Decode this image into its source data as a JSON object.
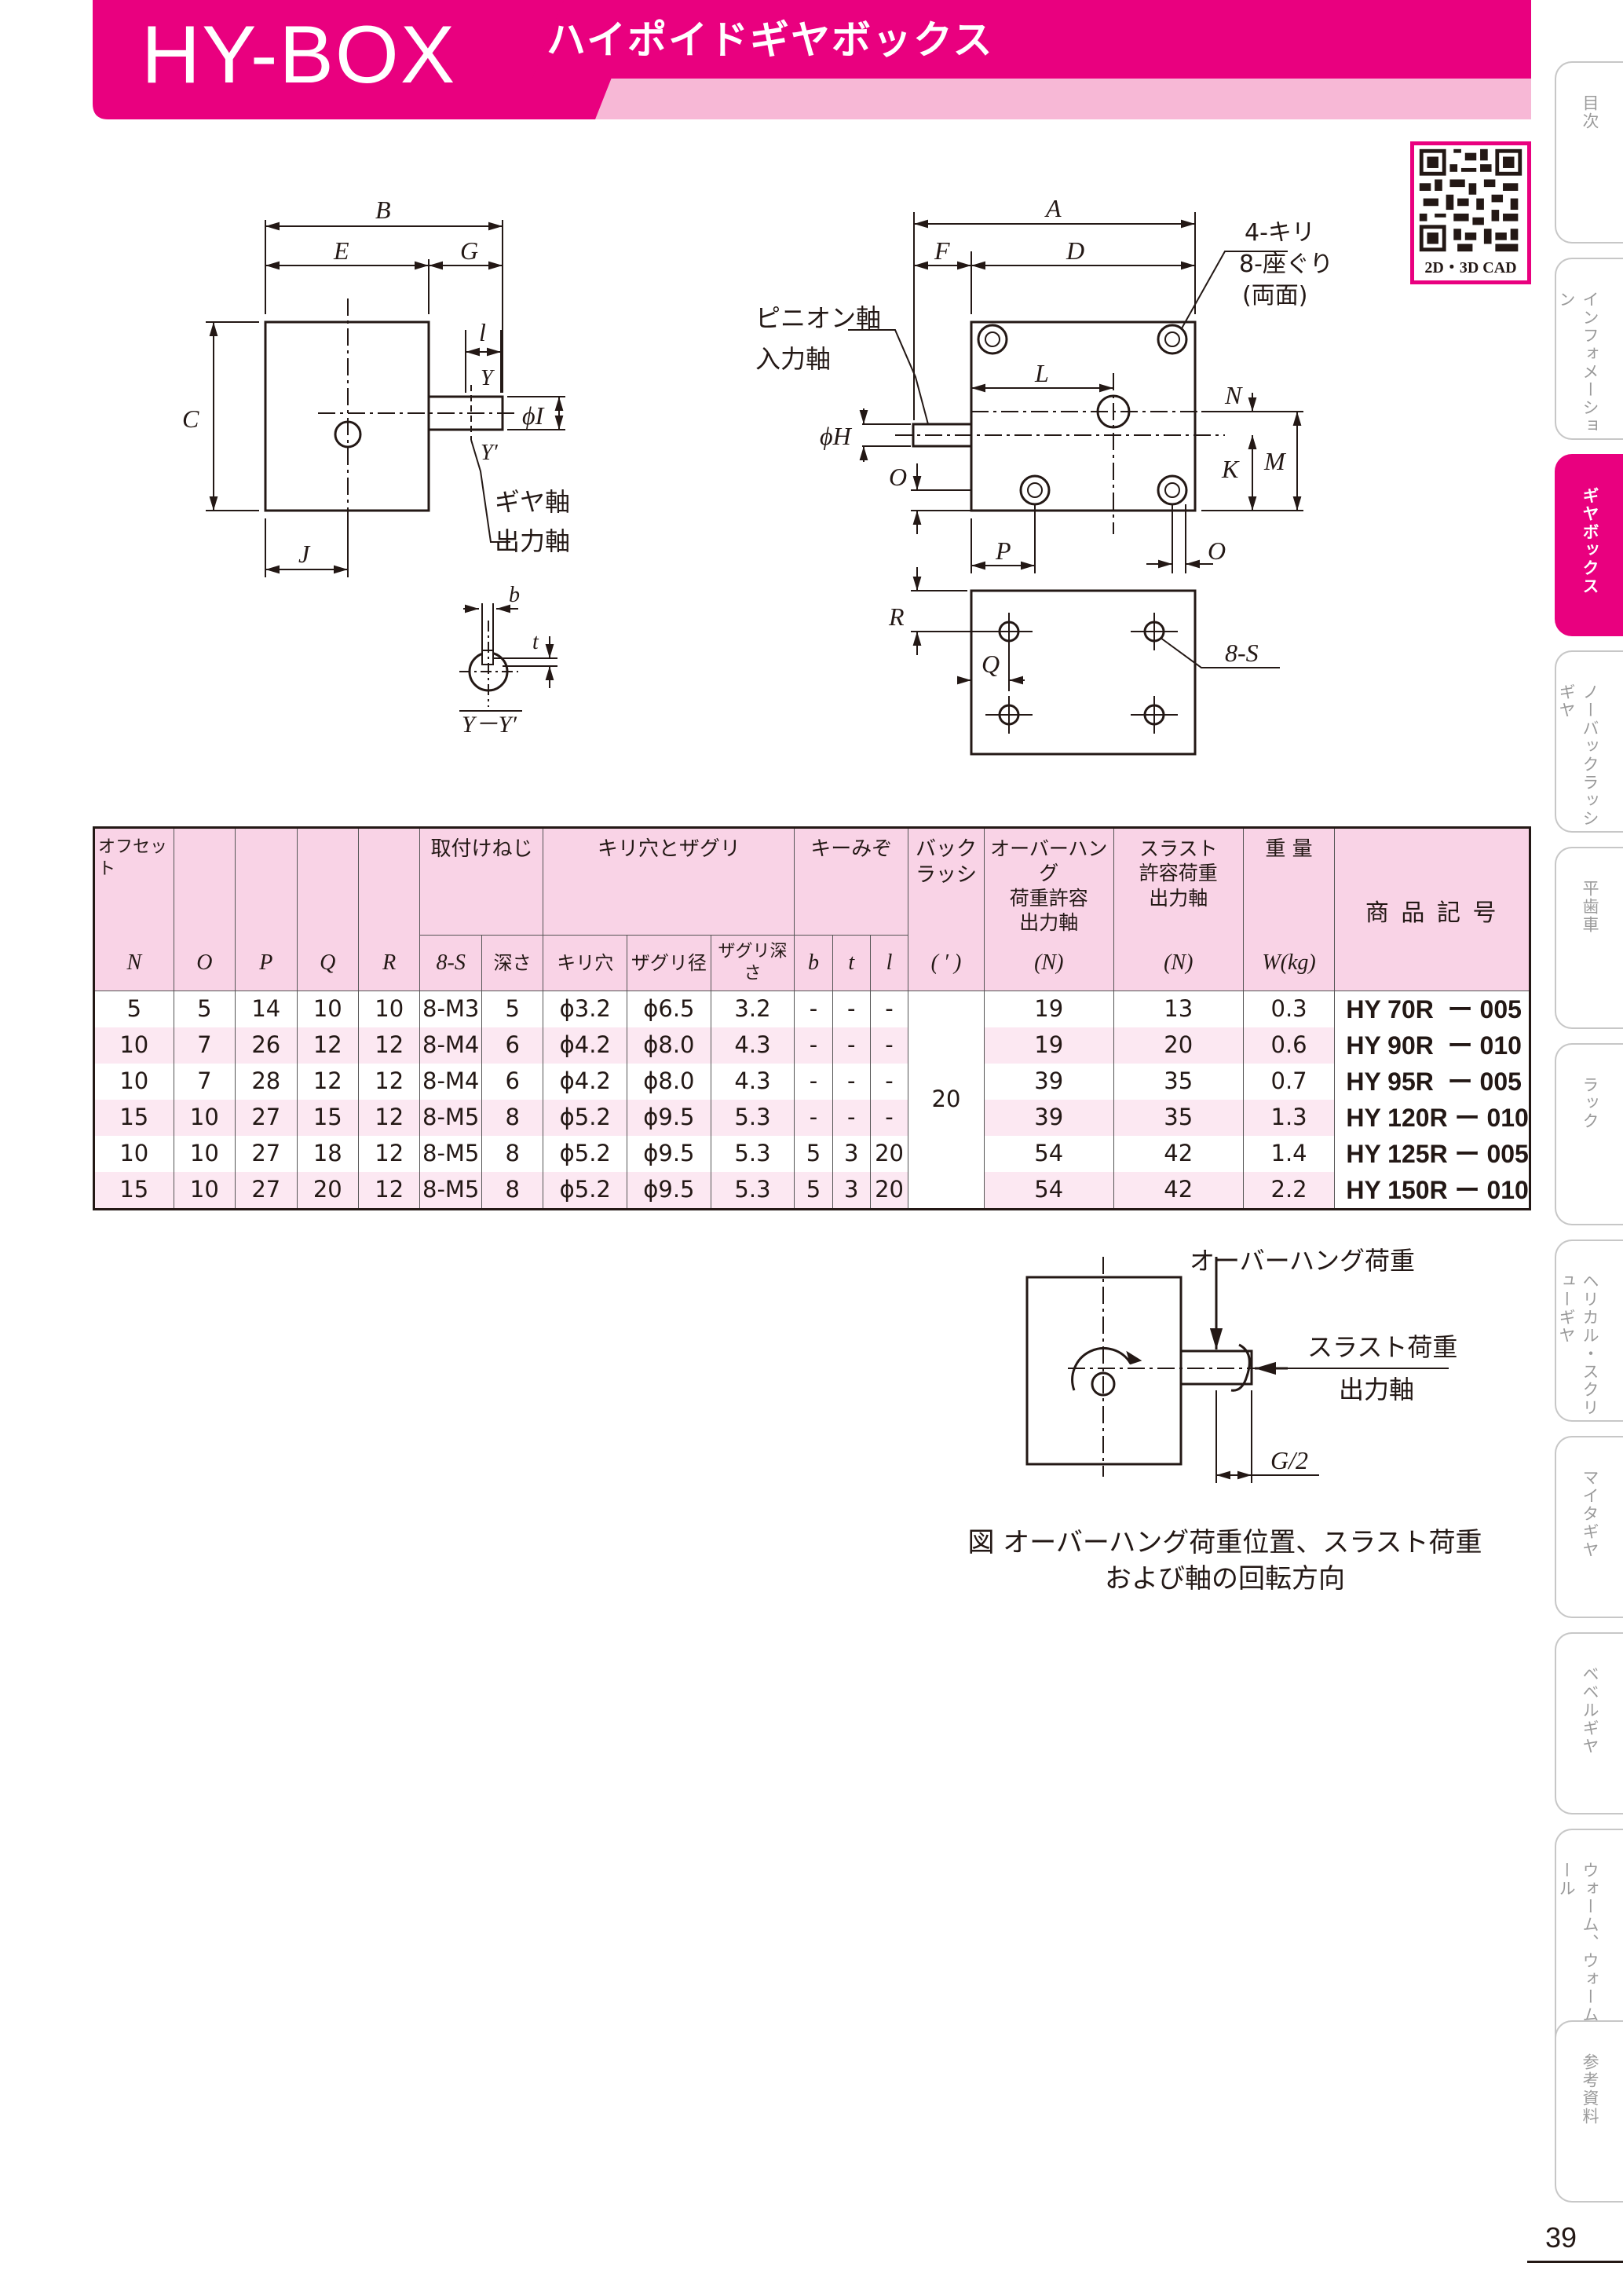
{
  "header": {
    "title": "HY-BOX",
    "subtitle": "ハイポイドギヤボックス"
  },
  "qr": {
    "label": "2D・3D CAD"
  },
  "drawing": {
    "labels": {
      "B": "B",
      "E": "E",
      "G": "G",
      "C": "C",
      "l": "l",
      "Y": "Y",
      "phiI": "ϕI",
      "Yp": "Y′",
      "J": "J",
      "gear_shaft": "ギヤ軸",
      "output_shaft": "出力軸",
      "b": "b",
      "t": "t",
      "YY": "Y－Y′",
      "A": "A",
      "F": "F",
      "D": "D",
      "kiri": "4-キリ",
      "zaguri": "8-座ぐり",
      "ryomen": "(両面)",
      "pinion_shaft": "ピニオン軸",
      "input_shaft": "入力軸",
      "L": "L",
      "N": "N",
      "phiH": "ϕH",
      "K": "K",
      "M": "M",
      "O1": "O",
      "O2": "O",
      "P": "P",
      "R": "R",
      "Q": "Q",
      "S8": "8-S"
    }
  },
  "table": {
    "headers": {
      "offset": "オフセット",
      "mount_screw": "取付けねじ",
      "drill_counterbore": "キリ穴とザグリ",
      "keyway": "キーみぞ",
      "backlash": "バック\nラッシ",
      "overhang": "オーバーハング\n荷重許容\n出力軸",
      "thrust": "スラスト\n許容荷重\n出力軸",
      "weight": "重 量",
      "product_code": "商 品 記 号"
    },
    "symbols": [
      "N",
      "O",
      "P",
      "Q",
      "R",
      "8-S",
      "深さ",
      "キリ穴",
      "ザグリ径",
      "ザグリ深さ",
      "b",
      "t",
      "l",
      "( ′ )",
      "(N)",
      "(N)",
      "W(kg)"
    ],
    "backlash_value": "20",
    "rows": [
      [
        "5",
        "5",
        "14",
        "10",
        "10",
        "8-M3",
        "5",
        "ϕ3.2",
        "ϕ6.5",
        "3.2",
        "-",
        "-",
        "-",
        "19",
        "13",
        "0.3",
        "HY 70R  ー 005"
      ],
      [
        "10",
        "7",
        "26",
        "12",
        "12",
        "8-M4",
        "6",
        "ϕ4.2",
        "ϕ8.0",
        "4.3",
        "-",
        "-",
        "-",
        "19",
        "20",
        "0.6",
        "HY 90R  ー 010"
      ],
      [
        "10",
        "7",
        "28",
        "12",
        "12",
        "8-M4",
        "6",
        "ϕ4.2",
        "ϕ8.0",
        "4.3",
        "-",
        "-",
        "-",
        "39",
        "35",
        "0.7",
        "HY 95R  ー 005"
      ],
      [
        "15",
        "10",
        "27",
        "15",
        "12",
        "8-M5",
        "8",
        "ϕ5.2",
        "ϕ9.5",
        "5.3",
        "-",
        "-",
        "-",
        "39",
        "35",
        "1.3",
        "HY 120R ー 010"
      ],
      [
        "10",
        "10",
        "27",
        "18",
        "12",
        "8-M5",
        "8",
        "ϕ5.2",
        "ϕ9.5",
        "5.3",
        "5",
        "3",
        "20",
        "54",
        "42",
        "1.4",
        "HY 125R ー 005"
      ],
      [
        "15",
        "10",
        "27",
        "20",
        "12",
        "8-M5",
        "8",
        "ϕ5.2",
        "ϕ9.5",
        "5.3",
        "5",
        "3",
        "20",
        "54",
        "42",
        "2.2",
        "HY 150R ー 010"
      ]
    ]
  },
  "load_figure": {
    "overhang_label": "オーバーハング荷重",
    "thrust_label": "スラスト荷重",
    "output_label": "出力軸",
    "g2_label": "G/2",
    "caption_line1": "図 オーバーハング荷重位置、スラスト荷重",
    "caption_line2": "および軸の回転方向"
  },
  "side_tabs": [
    {
      "label": "目次",
      "active": false
    },
    {
      "label": "インフォメーション",
      "active": false
    },
    {
      "label": "ギヤボックス",
      "active": true
    },
    {
      "label": "ノーバックラッシギヤ",
      "active": false
    },
    {
      "label": "平歯車",
      "active": false
    },
    {
      "label": "ラック",
      "active": false
    },
    {
      "label": "ヘリカル・スクリューギヤ",
      "active": false
    },
    {
      "label": "マイタギヤ",
      "active": false
    },
    {
      "label": "ベベルギヤ",
      "active": false
    },
    {
      "label": "ウォーム、ウォームホイール",
      "active": false
    },
    {
      "label": "参考資料",
      "active": false
    }
  ],
  "page_number": "39",
  "colors": {
    "accent": "#e9007f",
    "header_light": "#f7b8d6",
    "table_header": "#f9d3e6"
  }
}
